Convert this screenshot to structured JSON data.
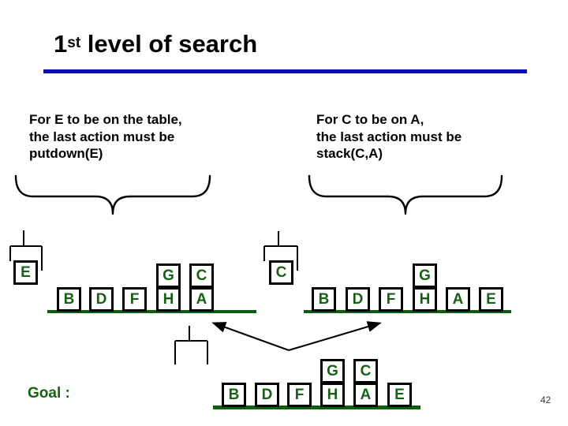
{
  "title": {
    "number": "1",
    "superscript": "st",
    "rest": " level of search"
  },
  "page_number": "42",
  "annotations": {
    "left": {
      "line1": "For E to be on the table,",
      "line2": "the last action must be",
      "line3": "putdown(E)"
    },
    "right": {
      "line1": "For C to be on A,",
      "line2": "the last action must be",
      "line3": "stack(C,A)"
    }
  },
  "goal": {
    "label": "Goal :"
  },
  "colors": {
    "accent_line": "#0c0cb4",
    "block_letter": "#166116",
    "table_green": "#0b5e0b"
  },
  "scenes": {
    "after_putdown_E": {
      "held_block": "E",
      "blocks": [
        "B",
        "D",
        "F",
        "H",
        "A",
        "G",
        "C"
      ]
    },
    "after_stack_C_A": {
      "held_block": "C",
      "blocks": [
        "B",
        "D",
        "F",
        "H",
        "A",
        "E",
        "G"
      ]
    },
    "goal_state": {
      "blocks": [
        "B",
        "D",
        "F",
        "H",
        "A",
        "E",
        "G",
        "C"
      ]
    }
  }
}
